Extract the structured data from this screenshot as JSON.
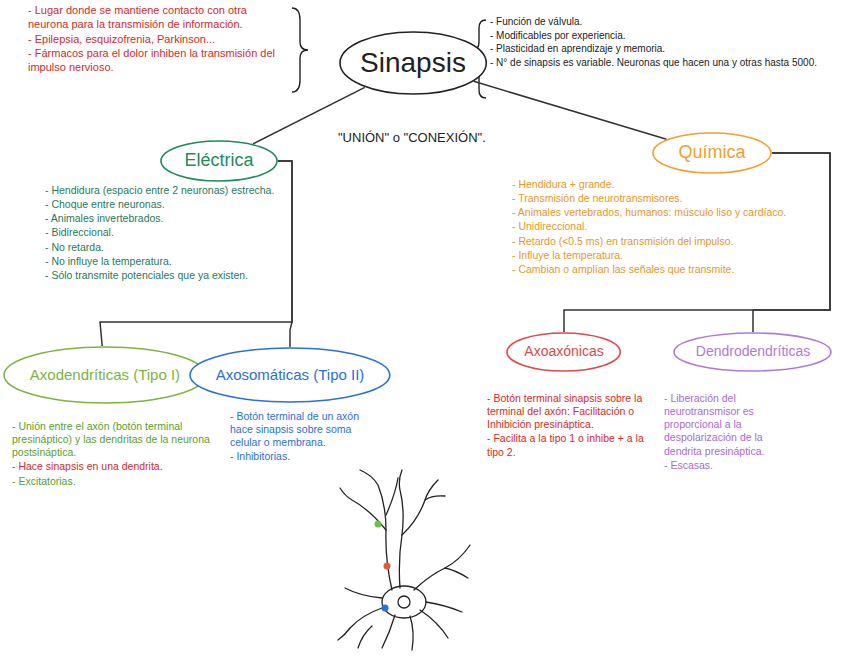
{
  "diagram": {
    "nodes": [
      {
        "text": [
          "Sinapsis"
        ]
      },
      {
        "text": [
          "Eléctrica"
        ]
      },
      {
        "text": [
          "Química"
        ]
      },
      {
        "text": [
          "Axodendríticas (Tipo I)"
        ]
      },
      {
        "text": [
          "Axosomáticas (Tipo II)"
        ]
      },
      {
        "text": [
          "Axoaxónicas"
        ]
      },
      {
        "text": [
          "Dendrodendríticas"
        ]
      }
    ],
    "edges": [
      {
        "from": 0,
        "to": 1,
        "arrow": "none"
      },
      {
        "from": 0,
        "to": 2,
        "arrow": "none"
      },
      {
        "from": 1,
        "to": 3,
        "arrow": "none"
      },
      {
        "from": 1,
        "to": 4,
        "arrow": "none"
      },
      {
        "from": 2,
        "to": 5,
        "arrow": "none"
      },
      {
        "from": 2,
        "to": 6,
        "arrow": "none"
      }
    ],
    "labels": [
      "- Lugar donde se mantiene contacto con otra neurona para la transmisión de información.",
      "- Epilepsia, esquizofrenia, Parkinson...",
      "- Fármacos para el dolor inhiben la transmisión del impulso nervioso.",
      "- Función de válvula.",
      "- Modificables por experiencia.",
      "- Plasticidad en aprendizaje y memoria.",
      "- N° de sinapsis es variable. Neuronas que hacen una y otras hasta 5000.",
      "\"UNIÓN\" o \"CONEXIÓN\".",
      "- Hendidura (espacio entre 2 neuronas) estrecha.",
      "- Choque entre neuronas.",
      "- Animales invertebrados.",
      "- Bidireccional.",
      "- No retarda.",
      "- No influye la temperatura.",
      "- Sólo transmite potenciales que ya existen.",
      "- Hendidura + grande.",
      "- Transmisión de neurotransmisores.",
      "- Animales vertebrados, humanos: músculo liso y cardíaco.",
      "- Unidireccional.",
      "- Retardo (<0.5 ms) en transmisión del impulso.",
      "- Influye la temperatura.",
      "- Cambian o amplían las señales que transmite.",
      "- Unión entre el axón (botón terminal presináptico) y las dendritas de la neurona postsináptica.",
      "- Hace sinapsis en una dendrita.",
      "- Excitatorias.",
      "- Botón terminal de un axón hace sinapsis sobre soma celular o membrana.",
      "- Inhibitorias.",
      "- Botón terminal sinapsis sobre la terminal del axón: Facilitación o Inhibición presináptica.",
      "- Facilita a la tipo 1 o inhibe + a la tipo 2.",
      "- Liberación del neurotransmisor es proporcional a la despolarización de la dendrita presináptica.",
      "- Escasas."
    ]
  }
}
